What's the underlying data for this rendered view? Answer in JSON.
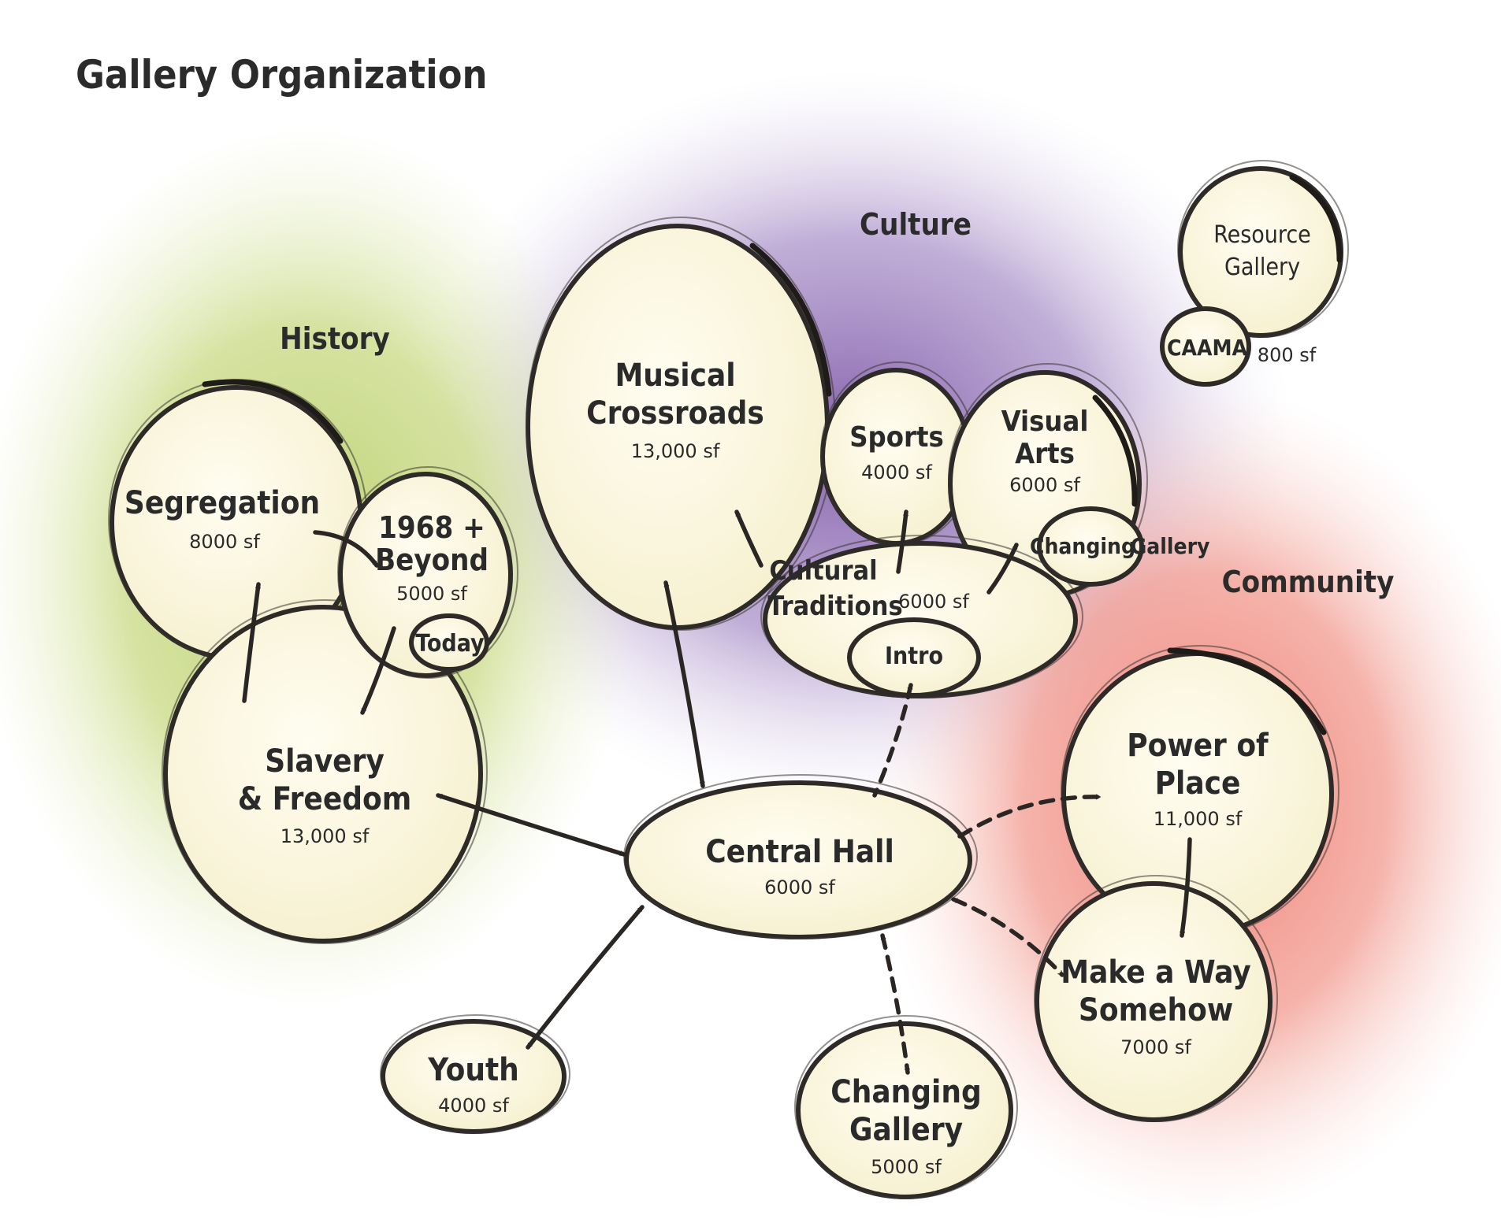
{
  "title": "Gallery Organization",
  "zones": {
    "history": "History",
    "culture": "Culture",
    "community": "Community"
  },
  "colors": {
    "history": "#b9cf6a",
    "culture": "#8e6db5",
    "community": "#ee8a7e",
    "bubble_fill": "#fbf8e4",
    "outline": "#2e2a28"
  },
  "galleries": {
    "segregation": {
      "name": "Segregation",
      "area": "8000 sf"
    },
    "beyond_1968": {
      "line1": "1968 +",
      "line2": "Beyond",
      "area": "5000 sf"
    },
    "today": {
      "name": "Today"
    },
    "slavery": {
      "line1": "Slavery",
      "line2": "& Freedom",
      "area": "13,000 sf"
    },
    "musical": {
      "line1": "Musical",
      "line2": "Crossroads",
      "area": "13,000 sf"
    },
    "sports": {
      "name": "Sports",
      "area": "4000 sf"
    },
    "visual_arts": {
      "line1": "Visual",
      "line2": "Arts",
      "area": "6000 sf"
    },
    "changing_inner": {
      "name": "Changing",
      "suffix": "Gallery"
    },
    "cultural_traditions": {
      "line1": "Cultural",
      "line2": "Traditions",
      "area": "6000 sf"
    },
    "intro": {
      "name": "Intro"
    },
    "central_hall": {
      "name": "Central Hall",
      "area": "6000 sf"
    },
    "power_of_place": {
      "line1": "Power of",
      "line2": "Place",
      "area": "11,000 sf"
    },
    "make_a_way": {
      "line1": "Make a Way",
      "line2": "Somehow",
      "area": "7000 sf"
    },
    "youth": {
      "name": "Youth",
      "area": "4000 sf"
    },
    "changing_gallery": {
      "line1": "Changing",
      "line2": "Gallery",
      "area": "5000 sf"
    },
    "resource": {
      "line1": "Resource",
      "line2": "Gallery"
    },
    "caama": {
      "name": "CAAMA",
      "area": "800 sf"
    }
  }
}
